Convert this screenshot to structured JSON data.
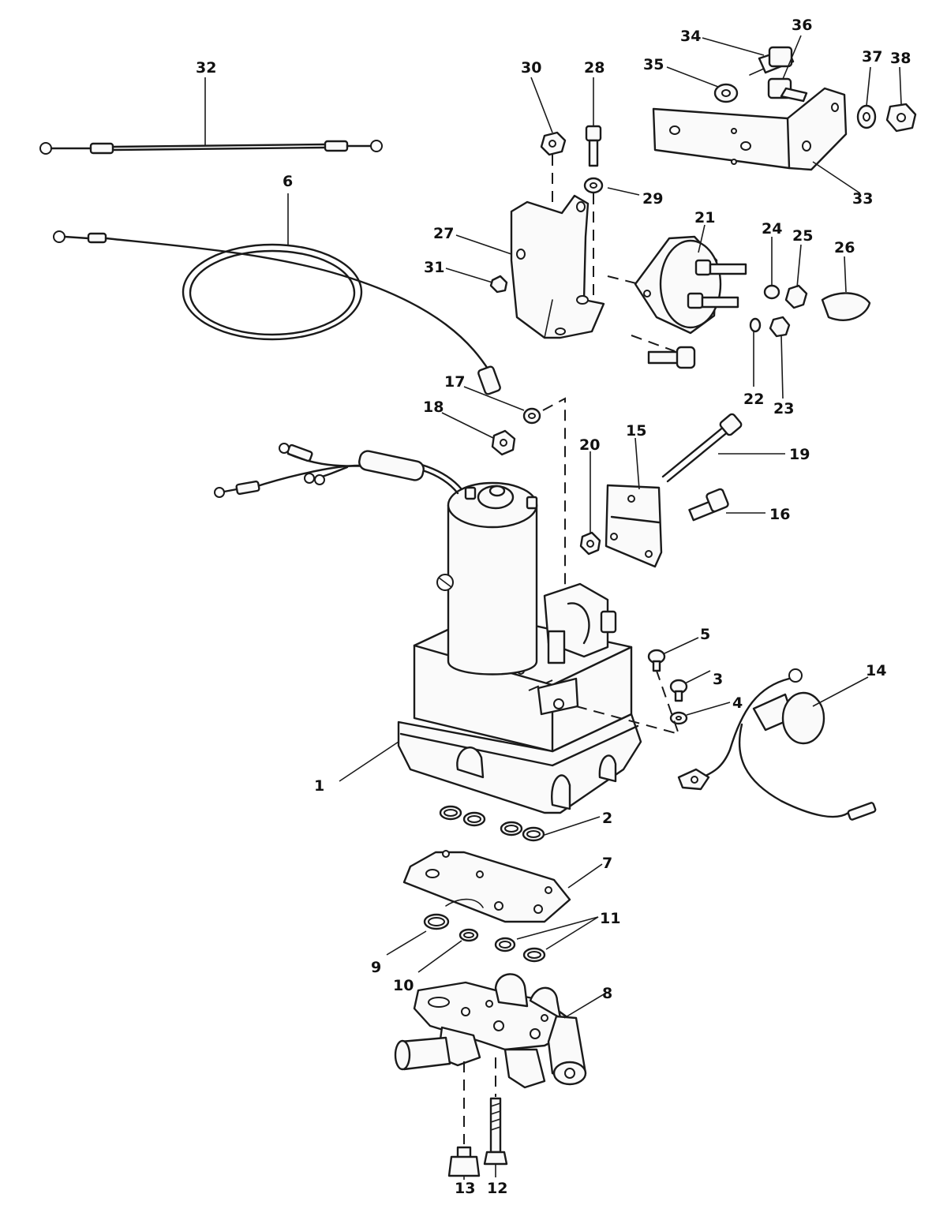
{
  "callouts": [
    {
      "id": "c1",
      "label": "1"
    },
    {
      "id": "c2",
      "label": "2"
    },
    {
      "id": "c3",
      "label": "3"
    },
    {
      "id": "c4",
      "label": "4"
    },
    {
      "id": "c5",
      "label": "5"
    },
    {
      "id": "c6",
      "label": "6"
    },
    {
      "id": "c7",
      "label": "7"
    },
    {
      "id": "c8",
      "label": "8"
    },
    {
      "id": "c9",
      "label": "9"
    },
    {
      "id": "c10",
      "label": "10"
    },
    {
      "id": "c11",
      "label": "11"
    },
    {
      "id": "c12",
      "label": "12"
    },
    {
      "id": "c13",
      "label": "13"
    },
    {
      "id": "c14",
      "label": "14"
    },
    {
      "id": "c15",
      "label": "15"
    },
    {
      "id": "c16",
      "label": "16"
    },
    {
      "id": "c17",
      "label": "17"
    },
    {
      "id": "c18",
      "label": "18"
    },
    {
      "id": "c19",
      "label": "19"
    },
    {
      "id": "c20",
      "label": "20"
    },
    {
      "id": "c21",
      "label": "21"
    },
    {
      "id": "c22",
      "label": "22"
    },
    {
      "id": "c23",
      "label": "23"
    },
    {
      "id": "c24",
      "label": "24"
    },
    {
      "id": "c25",
      "label": "25"
    },
    {
      "id": "c26",
      "label": "26"
    },
    {
      "id": "c27",
      "label": "27"
    },
    {
      "id": "c28",
      "label": "28"
    },
    {
      "id": "c29",
      "label": "29"
    },
    {
      "id": "c30",
      "label": "30"
    },
    {
      "id": "c31",
      "label": "31"
    },
    {
      "id": "c32",
      "label": "32"
    },
    {
      "id": "c33",
      "label": "33"
    },
    {
      "id": "c34",
      "label": "34"
    },
    {
      "id": "c35",
      "label": "35"
    },
    {
      "id": "c36",
      "label": "36"
    },
    {
      "id": "c37",
      "label": "37"
    },
    {
      "id": "c38",
      "label": "38"
    }
  ],
  "colors": {
    "ink": "#1a1a1a",
    "paper": "#ffffff"
  }
}
